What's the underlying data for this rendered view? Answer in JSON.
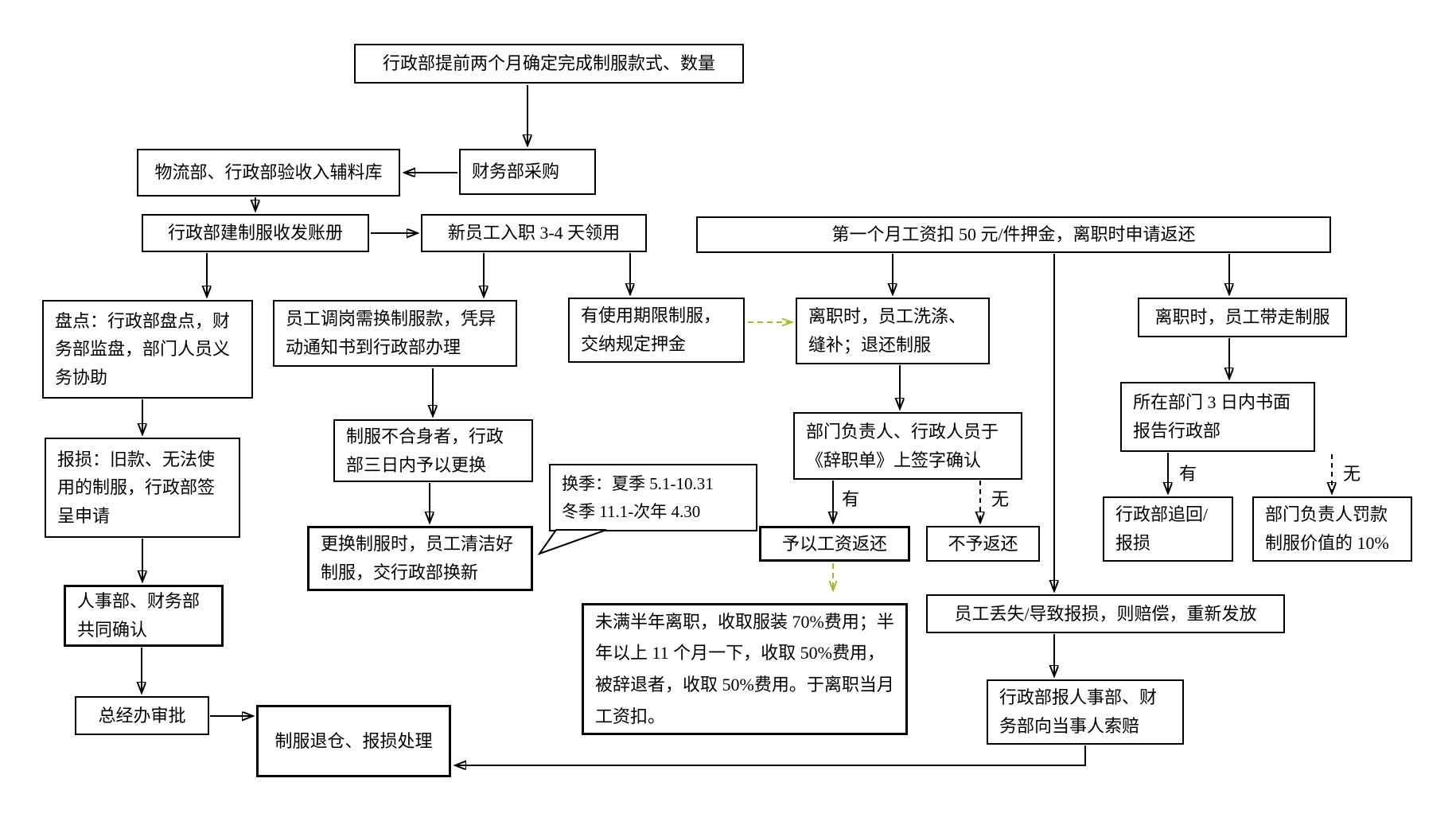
{
  "colors": {
    "line": "#000000",
    "accent_arrow": "#a6b727"
  },
  "nodes": {
    "determine": {
      "text": "行政部提前两个月确定完成制服款式、数量"
    },
    "receive": {
      "text": "物流部、行政部验收入辅料库"
    },
    "purchase": {
      "text": "财务部采购"
    },
    "ledger": {
      "text": "行政部建制服收发账册"
    },
    "new_staff": {
      "text": "新员工入职 3-4 天领用"
    },
    "deposit_rule": {
      "text": "第一个月工资扣 50 元/件押金，离职时申请返还"
    },
    "inventory": {
      "text": "盘点：行政部盘点，财务部监盘，部门人员义务协助"
    },
    "transfer": {
      "text": "员工调岗需换制服款，凭异动通知书到行政部办理"
    },
    "limited": {
      "text": "有使用期限制服，交纳规定押金"
    },
    "resign_wash": {
      "text": "离职时，员工洗涤、缝补；退还制服"
    },
    "resign_take": {
      "text": "离职时，员工带走制服"
    },
    "damage_report": {
      "text": "报损：旧款、无法使用的制服，行政部签呈申请"
    },
    "unfit": {
      "text": "制服不合身者，行政部三日内予以更换"
    },
    "sign_confirm": {
      "text": "部门负责人、行政人员于《辞职单》上签字确认"
    },
    "report_3days": {
      "text": "所在部门 3 日内书面报告行政部"
    },
    "season_note": {
      "text": "换季：夏季 5.1-10.31\n冬季 11.1-次年 4.30"
    },
    "replace_clean": {
      "text": "更换制服时，员工清洁好制服，交行政部换新"
    },
    "refund_yes": {
      "text": "予以工资返还"
    },
    "refund_no": {
      "text": "不予返还"
    },
    "recover": {
      "text": "行政部追回/报损"
    },
    "fine_10pct": {
      "text": "部门负责人罚款制服价值的 10%"
    },
    "confirm_hr_fin": {
      "text": "人事部、财务部共同确认"
    },
    "lost_compensate": {
      "text": "员工丢失/导致报损，则赔偿，重新发放"
    },
    "fee_rule": {
      "text": "未满半年离职，收取服装 70%费用；半年以上 11 个月一下，收取 50%费用，被辞退者，收取 50%费用。于离职当月工资扣。"
    },
    "gm_approve": {
      "text": "总经办审批"
    },
    "claim": {
      "text": "行政部报人事部、财务部向当事人索赔"
    },
    "return_store": {
      "text": "制服退仓、报损处理"
    }
  },
  "branch_labels": {
    "sign_yes": "有",
    "sign_no": "无",
    "report_yes": "有",
    "report_no": "无"
  }
}
